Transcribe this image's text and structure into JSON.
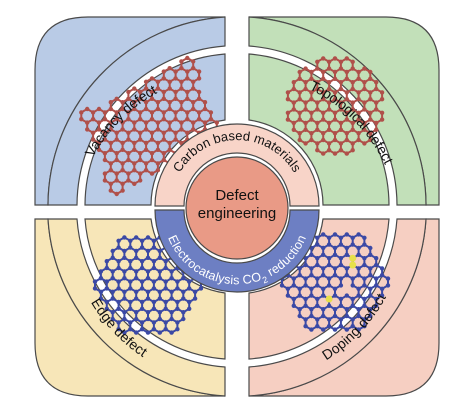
{
  "center": {
    "line1": "Defect",
    "line2": "engineering"
  },
  "inner_ring": {
    "top_label": "Carbon based materials",
    "bottom_label_prefix": "Electrocatalysis CO",
    "bottom_label_sub": "2",
    "bottom_label_suffix": " reduction"
  },
  "quadrants": [
    {
      "id": "vacancy",
      "label": "Vacancy defect",
      "color": "#b9cbe6",
      "lattice_color": "#b0504a"
    },
    {
      "id": "topological",
      "label": "Topological defect",
      "color": "#c2e0b9",
      "lattice_color": "#b0504a"
    },
    {
      "id": "edge",
      "label": "Edge defect",
      "color": "#f7e6b8",
      "lattice_color": "#3b49a5"
    },
    {
      "id": "doping",
      "label": "Doping defect",
      "color": "#f6cfc2",
      "lattice_color": "#3b49a5",
      "dopant_color": "#e7e04a"
    }
  ],
  "colors": {
    "center_fill": "#e99a86",
    "inner_top_fill": "#f8d4c8",
    "inner_bottom_fill": "#6d7fc3",
    "outline": "#4a4a4a"
  }
}
